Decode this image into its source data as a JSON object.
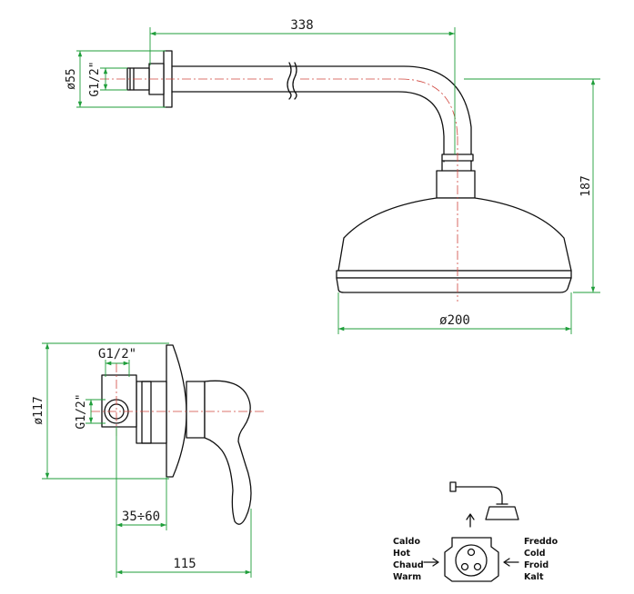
{
  "shower_arm": {
    "length_dim": "338",
    "height_dim": "187",
    "flange_diameter_dim": "ø55",
    "thread_dim": "G1/2\""
  },
  "shower_head": {
    "diameter_dim": "ø200"
  },
  "mixer": {
    "plate_diameter_dim": "ø117",
    "top_thread_dim": "G1/2\"",
    "side_thread_dim": "G1/2\"",
    "depth_range_dim": "35÷60",
    "total_depth_dim": "115"
  },
  "legend": {
    "hot_labels": [
      "Caldo",
      "Hot",
      "Chaud",
      "Warm"
    ],
    "cold_labels": [
      "Freddo",
      "Cold",
      "Froid",
      "Kalt"
    ]
  },
  "colors": {
    "dimension_lines": "#1f9e3a",
    "center_lines": "#d0453d",
    "outline": "#111111"
  }
}
